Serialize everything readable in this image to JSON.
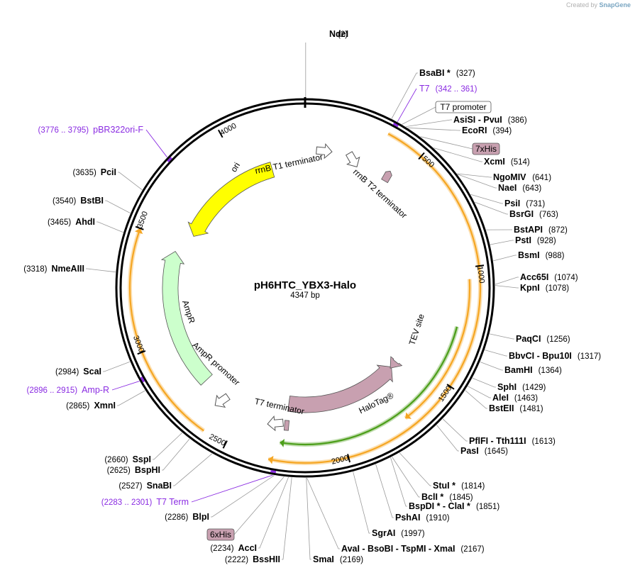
{
  "credit": {
    "text": "Created by",
    "brand": "SnapGene"
  },
  "plasmid": {
    "name": "pH6HTC_YBX3-Halo",
    "size_label": "4347 bp",
    "length": 4347
  },
  "ticks": [
    "500",
    "1000",
    "1500",
    "2000",
    "2500",
    "3000",
    "3500",
    "4000"
  ],
  "enzymes": [
    {
      "name": "NdeI",
      "pos": "(2)"
    },
    {
      "name": "BsaBI *",
      "pos": "(327)"
    },
    {
      "name": "AsiSI  - PvuI",
      "pos": "(386)"
    },
    {
      "name": "EcoRI",
      "pos": "(394)"
    },
    {
      "name": "XcmI",
      "pos": "(514)"
    },
    {
      "name": "NgoMIV",
      "pos": "(641)"
    },
    {
      "name": "NaeI",
      "pos": "(643)"
    },
    {
      "name": "PsiI",
      "pos": "(731)"
    },
    {
      "name": "BsrGI",
      "pos": "(763)"
    },
    {
      "name": "BstAPI",
      "pos": "(872)"
    },
    {
      "name": "PstI",
      "pos": "(928)"
    },
    {
      "name": "BsmI",
      "pos": "(988)"
    },
    {
      "name": "Acc65I",
      "pos": "(1074)"
    },
    {
      "name": "KpnI",
      "pos": "(1078)"
    },
    {
      "name": "PaqCI",
      "pos": "(1256)"
    },
    {
      "name": "BbvCI  - Bpu10I",
      "pos": "(1317)"
    },
    {
      "name": "BamHI",
      "pos": "(1364)"
    },
    {
      "name": "SphI",
      "pos": "(1429)"
    },
    {
      "name": "AleI",
      "pos": "(1463)"
    },
    {
      "name": "BstEII",
      "pos": "(1481)"
    },
    {
      "name": "PflFI  - Tth111I",
      "pos": "(1613)"
    },
    {
      "name": "PasI",
      "pos": "(1645)"
    },
    {
      "name": "StuI *",
      "pos": "(1814)"
    },
    {
      "name": "BclI *",
      "pos": "(1845)"
    },
    {
      "name": "BspDI *  - ClaI *",
      "pos": "(1851)"
    },
    {
      "name": "PshAI",
      "pos": "(1910)"
    },
    {
      "name": "SgrAI",
      "pos": "(1997)"
    },
    {
      "name": "AvaI  - BsoBI  - TspMI  - XmaI",
      "pos": "(2167)"
    },
    {
      "name": "SmaI",
      "pos": "(2169)"
    },
    {
      "name": "BssHII",
      "pos": "(2222)"
    },
    {
      "name": "AccI",
      "pos": "(2234)"
    },
    {
      "name": "BlpI",
      "pos": "(2286)"
    },
    {
      "name": "SnaBI",
      "pos": "(2527)"
    },
    {
      "name": "BspHI",
      "pos": "(2625)"
    },
    {
      "name": "SspI",
      "pos": "(2660)"
    },
    {
      "name": "XmnI",
      "pos": "(2865)"
    },
    {
      "name": "ScaI",
      "pos": "(2984)"
    },
    {
      "name": "NmeAIII",
      "pos": "(3318)"
    },
    {
      "name": "AhdI",
      "pos": "(3465)"
    },
    {
      "name": "BstBI",
      "pos": "(3540)"
    },
    {
      "name": "PciI",
      "pos": "(3635)"
    }
  ],
  "primers": [
    {
      "name": "T7",
      "pos": "(342 .. 361)"
    },
    {
      "name": "pBR322ori-F",
      "pos": "(3776 .. 3795)"
    },
    {
      "name": "Amp-R",
      "pos": "(2896 .. 2915)"
    },
    {
      "name": "T7 Term",
      "pos": "(2283 .. 2301)"
    }
  ],
  "boxed_features": [
    "T7 promoter",
    "7xHis",
    "6xHis"
  ],
  "features": [
    {
      "label": "ori",
      "color": "#ffff00"
    },
    {
      "label": "rrnB T1 terminator",
      "color": "#ffffff"
    },
    {
      "label": "rrnB T2 terminator",
      "color": "#ffffff"
    },
    {
      "label": "AmpR",
      "color": "#ccffcc"
    },
    {
      "label": "AmpR promoter",
      "color": "#ffffff"
    },
    {
      "label": "T7 terminator",
      "color": "#ffffff"
    },
    {
      "label": "HaloTag®",
      "color": "#c8a0b0"
    },
    {
      "label": "TEV site",
      "color": "#c8a0b0"
    }
  ],
  "colors": {
    "backbone": "#000000",
    "orf": "#f5a623",
    "insert": "#4c9e1a",
    "primer": "#8a2be2",
    "halo": "#c8a0b0",
    "amp": "#ccffcc",
    "ori": "#ffff00"
  }
}
